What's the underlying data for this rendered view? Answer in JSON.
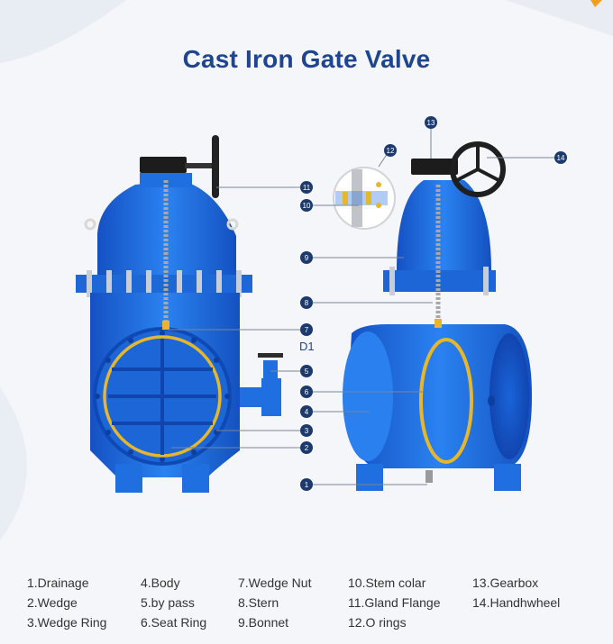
{
  "title": "Cast Iron Gate Valve",
  "extra_label": "D1",
  "callout_numbers": [
    "1",
    "2",
    "3",
    "4",
    "5",
    "6",
    "7",
    "8",
    "9",
    "10",
    "11",
    "12",
    "13",
    "14"
  ],
  "legend": [
    {
      "text": "1.Drainage"
    },
    {
      "text": "2.Wedge"
    },
    {
      "text": "3.Wedge Ring"
    },
    {
      "text": "4.Body"
    },
    {
      "text": "5.by pass"
    },
    {
      "text": "6.Seat Ring"
    },
    {
      "text": "7.Wedge Nut"
    },
    {
      "text": "8.Stern"
    },
    {
      "text": "9.Bonnet"
    },
    {
      "text": "10.Stem colar"
    },
    {
      "text": "11.Gland Flange"
    },
    {
      "text": "12.O rings"
    },
    {
      "text": "13.Gearbox"
    },
    {
      "text": "14.Handhwheel"
    }
  ],
  "colors": {
    "valve_blue": "#1f6fe0",
    "title_blue": "#1e4592",
    "callout_navy": "#1c3a6e",
    "ring_yellow": "#e6b72c"
  }
}
